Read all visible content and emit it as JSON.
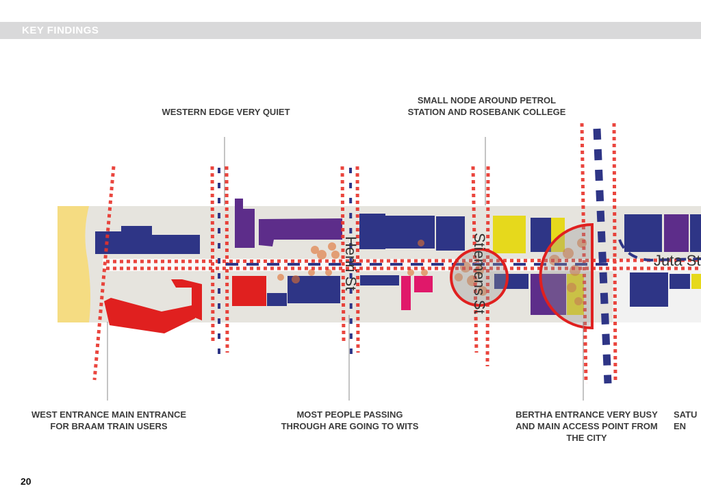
{
  "header": {
    "title": "KEY FINDINGS"
  },
  "findings": {
    "western_edge": "WESTERN EDGE VERY QUIET",
    "small_node": "SMALL NODE AROUND PETROL STATION AND ROSEBANK COLLEGE",
    "west_entrance": "WEST ENTRANCE MAIN ENTRANCE FOR BRAAM TRAIN USERS",
    "most_people": "MOST PEOPLE PASSING THROUGH ARE GOING TO WITS",
    "bertha_entrance": "BERTHA ENTRANCE VERY BUSY AND MAIN ACCESS POINT FROM THE CITY",
    "cut_off": "SATU EN"
  },
  "map": {
    "streets": {
      "henri": "Henri St",
      "stiemens": "Stiemens St",
      "juta": "Juta St"
    },
    "colors": {
      "blue": "#2e3586",
      "purple": "#5d2d8a",
      "red": "#e0201f",
      "pink": "#e0186a",
      "yellow": "#e6d91c",
      "ground": "#e6e4de",
      "route": "#e8322a",
      "activity": "#e07030"
    }
  },
  "page_number": "20"
}
